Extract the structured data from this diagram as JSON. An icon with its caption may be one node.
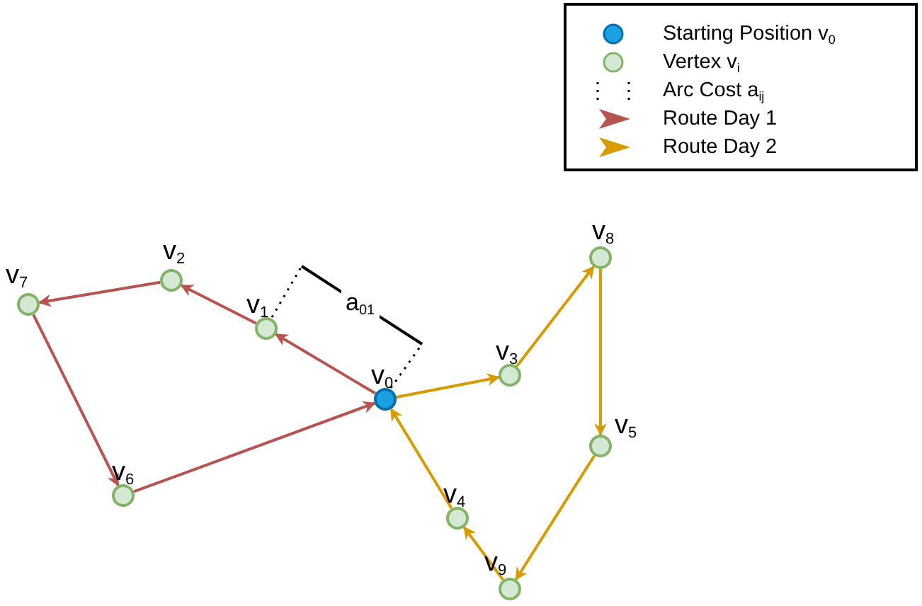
{
  "diagram": {
    "nodes": [
      {
        "text": [],
        "shape": "circle",
        "beside": [
          "v$_{0}$"
        ]
      },
      {
        "text": [],
        "shape": "circle",
        "beside": [
          "v$_{1}$"
        ]
      },
      {
        "text": [],
        "shape": "circle",
        "beside": [
          "v$_{2}$"
        ]
      },
      {
        "text": [],
        "shape": "circle",
        "beside": [
          "v$_{7}$"
        ]
      },
      {
        "text": [],
        "shape": "circle",
        "beside": [
          "v$_{6}$"
        ]
      },
      {
        "text": [],
        "shape": "circle",
        "beside": [
          "v$_{3}$"
        ]
      },
      {
        "text": [],
        "shape": "circle",
        "beside": [
          "v$_{8}$"
        ]
      },
      {
        "text": [],
        "shape": "circle",
        "beside": [
          "v$_{5}$"
        ]
      },
      {
        "text": [],
        "shape": "circle",
        "beside": [
          "v$_{4}$"
        ]
      },
      {
        "text": [],
        "shape": "circle",
        "beside": [
          "v$_{9}$"
        ]
      }
    ],
    "edges": [
      {
        "from": 0,
        "to": 1,
        "arrow": "to",
        "color": "#b85450"
      },
      {
        "from": 1,
        "to": 2,
        "arrow": "to",
        "color": "#b85450"
      },
      {
        "from": 2,
        "to": 3,
        "arrow": "to",
        "color": "#b85450"
      },
      {
        "from": 3,
        "to": 4,
        "arrow": "to",
        "color": "#b85450"
      },
      {
        "from": 4,
        "to": 0,
        "arrow": "to",
        "color": "#b85450"
      },
      {
        "from": 0,
        "to": 5,
        "arrow": "to"
      },
      {
        "from": 5,
        "to": 6,
        "arrow": "to"
      },
      {
        "from": 6,
        "to": 7,
        "arrow": "to"
      },
      {
        "from": 7,
        "to": 9,
        "arrow": "to"
      },
      {
        "from": 9,
        "to": 8,
        "arrow": "to"
      },
      {
        "from": 8,
        "to": 0,
        "arrow": "to"
      }
    ],
    "labels": [
      "a$_{01}$"
    ],
    "legend": [
      {
        "text": "Starting Position v$_{0}$",
        "color": "#1ba1e2"
      },
      {
        "text": "Vertex v$_{i}$",
        "color": "#d5e8d4"
      },
      {
        "text": "Arc Cost a$_{ij}$"
      },
      {
        "text": "Route Day 1",
        "color": "#b85450"
      },
      {
        "text": "Route Day 2",
        "color": "#d79b00"
      }
    ]
  }
}
